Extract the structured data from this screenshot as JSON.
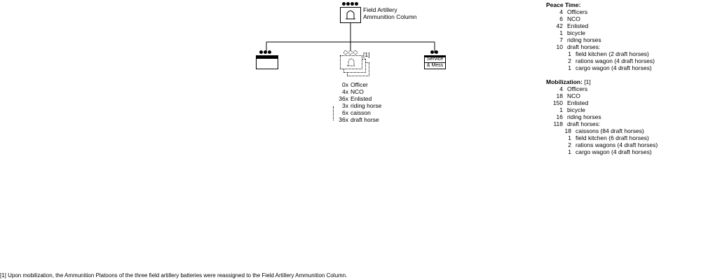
{
  "hq": {
    "title_line1": "Field Artillery",
    "title_line2": "Ammunition Column",
    "icon": "ammunition-column-symbol"
  },
  "units": {
    "center_note": "[1]",
    "right_label_line1": "Service",
    "right_label_line2": "& Mess"
  },
  "platoon_strength": [
    {
      "count": "0x",
      "label": "Officer"
    },
    {
      "count": "4x",
      "label": "NCO"
    },
    {
      "count": "36x",
      "label": "Enlisted"
    },
    {
      "count": "3x",
      "label": "riding horse"
    },
    {
      "count": "6x",
      "label": "caisson"
    },
    {
      "count": "36x",
      "label": "draft horse"
    }
  ],
  "peace_time": {
    "title": "Peace Time:",
    "rows": [
      {
        "count": "4",
        "label": "Officers",
        "indent": 0
      },
      {
        "count": "6",
        "label": "NCO",
        "indent": 0
      },
      {
        "count": "42",
        "label": "Enlisted",
        "indent": 0
      },
      {
        "count": "1",
        "label": "bicycle",
        "indent": 0
      },
      {
        "count": "7",
        "label": "riding horses",
        "indent": 0
      },
      {
        "count": "10",
        "label": "draft horses:",
        "indent": 0
      },
      {
        "count": "1",
        "label": "field kitchen (2 draft horses)",
        "indent": 1
      },
      {
        "count": "2",
        "label": "rations wagon (4 draft horses)",
        "indent": 1
      },
      {
        "count": "1",
        "label": "cargo wagon (4 draft horses)",
        "indent": 1
      }
    ]
  },
  "mobilization": {
    "title": "Mobilization:",
    "note": "[1]",
    "rows": [
      {
        "count": "4",
        "label": "Officers",
        "indent": 0
      },
      {
        "count": "18",
        "label": "NCO",
        "indent": 0
      },
      {
        "count": "150",
        "label": "Enlisted",
        "indent": 0
      },
      {
        "count": "1",
        "label": "bicycle",
        "indent": 0
      },
      {
        "count": "16",
        "label": "riding horses",
        "indent": 0
      },
      {
        "count": "118",
        "label": "draft horses:",
        "indent": 0
      },
      {
        "count": "18",
        "label": "caissons (84 draft horses)",
        "indent": 1
      },
      {
        "count": "1",
        "label": "field kitchen (6 draft horses)",
        "indent": 1
      },
      {
        "count": "2",
        "label": "rations wagons (4 draft horses)",
        "indent": 1
      },
      {
        "count": "1",
        "label": "cargo wagon (4 draft horses)",
        "indent": 1
      }
    ]
  },
  "footnote": "[1] Upon mobilization, the Ammunition Platoons of the three field artillery batteries were reassigned to the Field Artillery Ammunition Column."
}
